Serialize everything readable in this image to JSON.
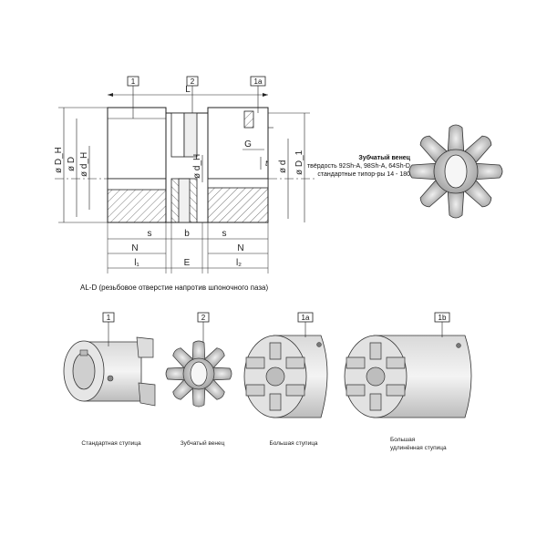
{
  "diagram": {
    "top_view": {
      "part_tags": [
        "1",
        "2",
        "1a"
      ],
      "dim_L": "L",
      "dim_G": "G",
      "dim_t": "t",
      "diameters": [
        "ø D_H",
        "ø D",
        "ø d_H",
        "ø d_H",
        "ø d",
        "ø D_1"
      ],
      "dim_s_left": "s",
      "dim_b": "b",
      "dim_s_right": "s",
      "dim_N_left": "N",
      "dim_N_right": "N",
      "dim_l1": "l₁",
      "dim_E": "E",
      "dim_l2": "l₂"
    },
    "spider_note": {
      "title": "Зубчатый венец",
      "line1": "твёрдость 92Sh-A, 98Sh-A, 64Sh-D",
      "line2": "стандартные типор-ры 14 - 180"
    },
    "variant_title": "AL-D (резьбовое отверстие напротив шпоночного паза)",
    "parts": [
      {
        "tag": "1",
        "caption": "Стандартная ступица"
      },
      {
        "tag": "2",
        "caption": "Зубчатый венец"
      },
      {
        "tag": "1a",
        "caption": "Большая ступица"
      },
      {
        "tag": "1b",
        "caption_line1": "Большая",
        "caption_line2": "удлинённая ступица"
      }
    ]
  }
}
